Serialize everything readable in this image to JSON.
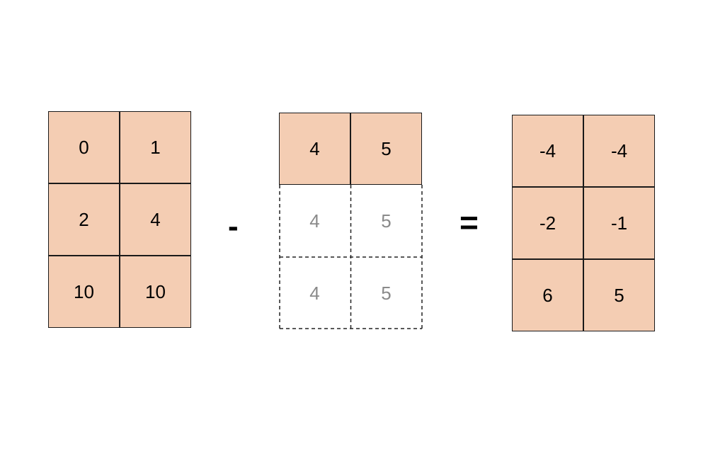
{
  "matrix_a": {
    "rows": [
      [
        "0",
        "1"
      ],
      [
        "2",
        "4"
      ],
      [
        "10",
        "10"
      ]
    ]
  },
  "matrix_b": {
    "row": [
      "4",
      "5"
    ],
    "broadcast_rows": [
      [
        "4",
        "5"
      ],
      [
        "4",
        "5"
      ]
    ]
  },
  "matrix_result": {
    "rows": [
      [
        "-4",
        "-4"
      ],
      [
        "-2",
        "-1"
      ],
      [
        "6",
        "5"
      ]
    ]
  },
  "operators": {
    "minus": "-",
    "equals": "="
  },
  "colors": {
    "cell_fill": "#f4cdb3",
    "ghost_text": "#8a8a8a",
    "border": "#1a1a1a"
  }
}
